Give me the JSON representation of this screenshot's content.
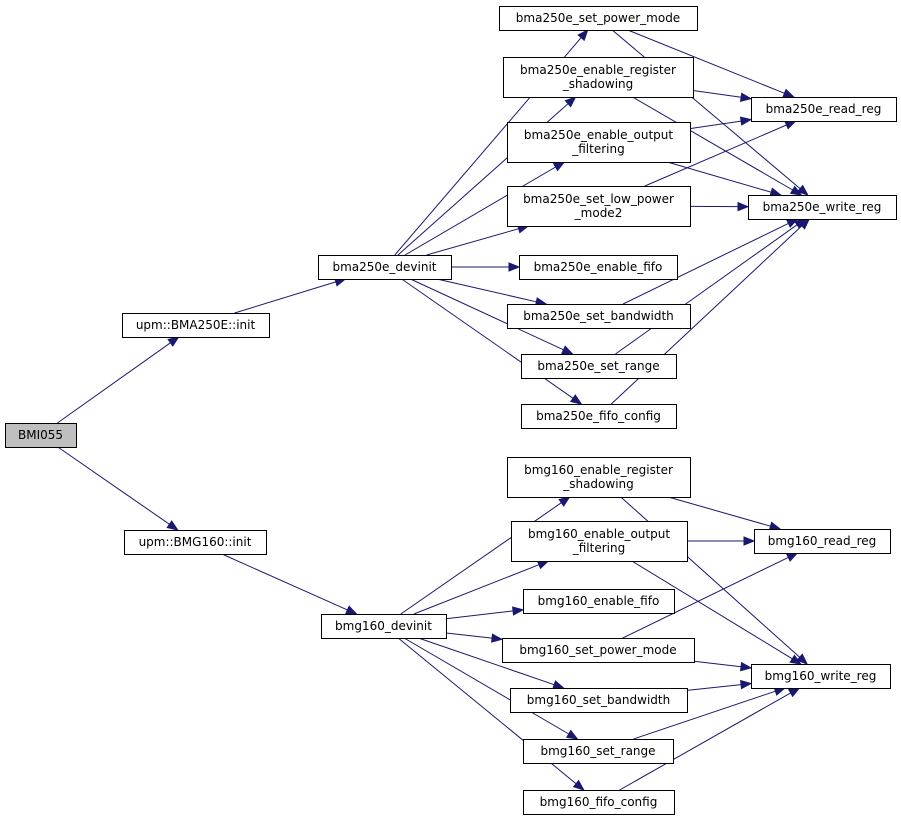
{
  "diagram": {
    "nodes": [
      {
        "id": "bmi055",
        "lines": [
          "BMI055"
        ],
        "interactive": false
      },
      {
        "id": "bma_init",
        "lines": [
          "upm::BMA250E::init"
        ],
        "interactive": true
      },
      {
        "id": "bmg_init",
        "lines": [
          "upm::BMG160::init"
        ],
        "interactive": true
      },
      {
        "id": "bma_devinit",
        "lines": [
          "bma250e_devinit"
        ],
        "interactive": true
      },
      {
        "id": "bma_set_power_mode",
        "lines": [
          "bma250e_set_power_mode"
        ],
        "interactive": true
      },
      {
        "id": "bma_enable_reg_shadow",
        "lines": [
          "bma250e_enable_register",
          "_shadowing"
        ],
        "interactive": true
      },
      {
        "id": "bma_enable_output_filt",
        "lines": [
          "bma250e_enable_output",
          "_filtering"
        ],
        "interactive": true
      },
      {
        "id": "bma_set_low_power_mode2",
        "lines": [
          "bma250e_set_low_power",
          "_mode2"
        ],
        "interactive": true
      },
      {
        "id": "bma_enable_fifo",
        "lines": [
          "bma250e_enable_fifo"
        ],
        "interactive": true
      },
      {
        "id": "bma_set_bandwidth",
        "lines": [
          "bma250e_set_bandwidth"
        ],
        "interactive": true
      },
      {
        "id": "bma_set_range",
        "lines": [
          "bma250e_set_range"
        ],
        "interactive": true
      },
      {
        "id": "bma_fifo_config",
        "lines": [
          "bma250e_fifo_config"
        ],
        "interactive": true
      },
      {
        "id": "bma_read_reg",
        "lines": [
          "bma250e_read_reg"
        ],
        "interactive": true
      },
      {
        "id": "bma_write_reg",
        "lines": [
          "bma250e_write_reg"
        ],
        "interactive": true
      },
      {
        "id": "bmg_devinit",
        "lines": [
          "bmg160_devinit"
        ],
        "interactive": true
      },
      {
        "id": "bmg_enable_reg_shadow",
        "lines": [
          "bmg160_enable_register",
          "_shadowing"
        ],
        "interactive": true
      },
      {
        "id": "bmg_enable_output_filt",
        "lines": [
          "bmg160_enable_output",
          "_filtering"
        ],
        "interactive": true
      },
      {
        "id": "bmg_enable_fifo",
        "lines": [
          "bmg160_enable_fifo"
        ],
        "interactive": true
      },
      {
        "id": "bmg_set_power_mode",
        "lines": [
          "bmg160_set_power_mode"
        ],
        "interactive": true
      },
      {
        "id": "bmg_set_bandwidth",
        "lines": [
          "bmg160_set_bandwidth"
        ],
        "interactive": true
      },
      {
        "id": "bmg_set_range",
        "lines": [
          "bmg160_set_range"
        ],
        "interactive": true
      },
      {
        "id": "bmg_fifo_config",
        "lines": [
          "bmg160_fifo_config"
        ],
        "interactive": true
      },
      {
        "id": "bmg_read_reg",
        "lines": [
          "bmg160_read_reg"
        ],
        "interactive": true
      },
      {
        "id": "bmg_write_reg",
        "lines": [
          "bmg160_write_reg"
        ],
        "interactive": true
      }
    ],
    "edges": [
      {
        "from": "bmi055",
        "to": "bma_init"
      },
      {
        "from": "bmi055",
        "to": "bmg_init"
      },
      {
        "from": "bma_init",
        "to": "bma_devinit"
      },
      {
        "from": "bma_devinit",
        "to": "bma_set_power_mode"
      },
      {
        "from": "bma_devinit",
        "to": "bma_enable_reg_shadow"
      },
      {
        "from": "bma_devinit",
        "to": "bma_enable_output_filt"
      },
      {
        "from": "bma_devinit",
        "to": "bma_set_low_power_mode2"
      },
      {
        "from": "bma_devinit",
        "to": "bma_enable_fifo"
      },
      {
        "from": "bma_devinit",
        "to": "bma_set_bandwidth"
      },
      {
        "from": "bma_devinit",
        "to": "bma_set_range"
      },
      {
        "from": "bma_devinit",
        "to": "bma_fifo_config"
      },
      {
        "from": "bma_set_power_mode",
        "to": "bma_read_reg"
      },
      {
        "from": "bma_set_power_mode",
        "to": "bma_write_reg"
      },
      {
        "from": "bma_enable_reg_shadow",
        "to": "bma_read_reg"
      },
      {
        "from": "bma_enable_reg_shadow",
        "to": "bma_write_reg"
      },
      {
        "from": "bma_enable_output_filt",
        "to": "bma_read_reg"
      },
      {
        "from": "bma_enable_output_filt",
        "to": "bma_write_reg"
      },
      {
        "from": "bma_set_low_power_mode2",
        "to": "bma_read_reg"
      },
      {
        "from": "bma_set_low_power_mode2",
        "to": "bma_write_reg"
      },
      {
        "from": "bma_set_bandwidth",
        "to": "bma_write_reg"
      },
      {
        "from": "bma_set_range",
        "to": "bma_write_reg"
      },
      {
        "from": "bma_fifo_config",
        "to": "bma_write_reg"
      },
      {
        "from": "bmg_init",
        "to": "bmg_devinit"
      },
      {
        "from": "bmg_devinit",
        "to": "bmg_enable_reg_shadow"
      },
      {
        "from": "bmg_devinit",
        "to": "bmg_enable_output_filt"
      },
      {
        "from": "bmg_devinit",
        "to": "bmg_enable_fifo"
      },
      {
        "from": "bmg_devinit",
        "to": "bmg_set_power_mode"
      },
      {
        "from": "bmg_devinit",
        "to": "bmg_set_bandwidth"
      },
      {
        "from": "bmg_devinit",
        "to": "bmg_set_range"
      },
      {
        "from": "bmg_devinit",
        "to": "bmg_fifo_config"
      },
      {
        "from": "bmg_enable_reg_shadow",
        "to": "bmg_read_reg"
      },
      {
        "from": "bmg_enable_reg_shadow",
        "to": "bmg_write_reg"
      },
      {
        "from": "bmg_enable_output_filt",
        "to": "bmg_read_reg"
      },
      {
        "from": "bmg_enable_output_filt",
        "to": "bmg_write_reg"
      },
      {
        "from": "bmg_set_power_mode",
        "to": "bmg_read_reg"
      },
      {
        "from": "bmg_set_power_mode",
        "to": "bmg_write_reg"
      },
      {
        "from": "bmg_set_bandwidth",
        "to": "bmg_write_reg"
      },
      {
        "from": "bmg_set_range",
        "to": "bmg_write_reg"
      },
      {
        "from": "bmg_fifo_config",
        "to": "bmg_write_reg"
      }
    ],
    "colors": {
      "edge": "#191970",
      "root_fill": "#bfbfbf",
      "node_fill": "#ffffff",
      "border": "#000000"
    }
  }
}
